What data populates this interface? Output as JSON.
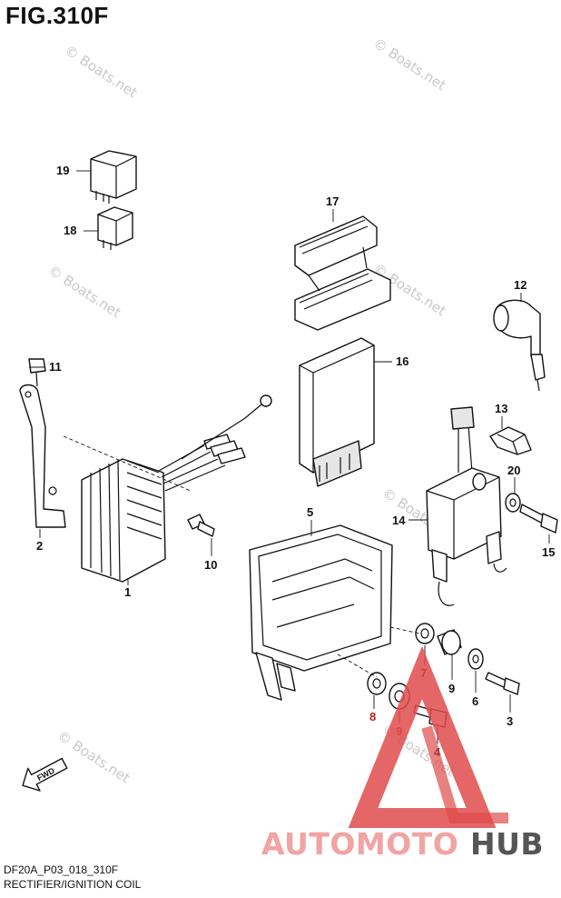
{
  "figure_title": "FIG.310F",
  "footer": {
    "code": "DF20A_P03_018_310F",
    "name": "RECTIFIER/IGNITION COIL"
  },
  "watermark": "© Boats.net",
  "callouts": [
    {
      "id": "c1",
      "text": "1"
    },
    {
      "id": "c2",
      "text": "2"
    },
    {
      "id": "c3",
      "text": "3"
    },
    {
      "id": "c4",
      "text": "4"
    },
    {
      "id": "c5",
      "text": "5"
    },
    {
      "id": "c6",
      "text": "6"
    },
    {
      "id": "c7",
      "text": "7"
    },
    {
      "id": "c8",
      "text": "8"
    },
    {
      "id": "c9a",
      "text": "9"
    },
    {
      "id": "c9b",
      "text": "9"
    },
    {
      "id": "c10",
      "text": "10"
    },
    {
      "id": "c11",
      "text": "11"
    },
    {
      "id": "c12",
      "text": "12"
    },
    {
      "id": "c13",
      "text": "13"
    },
    {
      "id": "c14",
      "text": "14"
    },
    {
      "id": "c15",
      "text": "15"
    },
    {
      "id": "c16",
      "text": "16"
    },
    {
      "id": "c17",
      "text": "17"
    },
    {
      "id": "c18",
      "text": "18"
    },
    {
      "id": "c19",
      "text": "19"
    },
    {
      "id": "c20",
      "text": "20"
    }
  ],
  "fwd_label": "FWD",
  "logo": {
    "word_a": "AUTOMOTO",
    "word_b": "HUB",
    "color_a": "#f2a3a3",
    "color_b": "#555555",
    "triangle_color": "#e04b4b"
  },
  "highlight_color": "#b81d1d"
}
